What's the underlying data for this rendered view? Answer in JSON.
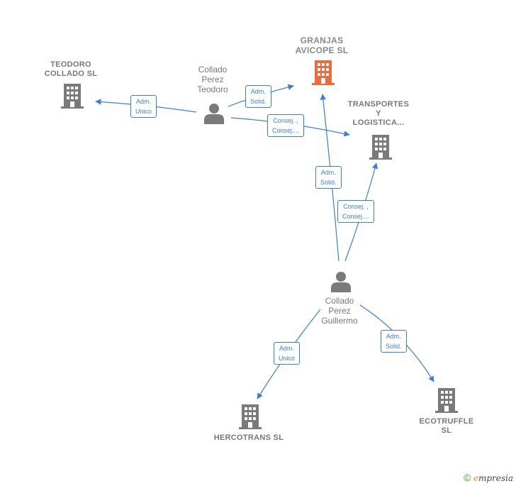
{
  "colors": {
    "edge": "#3a7fd5",
    "building_main": "#ee6a3a",
    "building": "#7a7a7a",
    "person": "#7a7a7a"
  },
  "nodes": {
    "granjas": {
      "line1": "GRANJAS",
      "line2": "AVICOPE  SL",
      "icon": "building-icon"
    },
    "teodoro_sl": {
      "line1": "TEODORO",
      "line2": "COLLADO SL",
      "icon": "building-icon"
    },
    "transportes": {
      "line1": "TRANSPORTES",
      "line2": "Y",
      "line3": "LOGISTICA...",
      "icon": "building-icon"
    },
    "hercotrans": {
      "line1": "HERCOTRANS SL",
      "icon": "building-icon"
    },
    "ecotruffle": {
      "line1": "ECOTRUFFLE",
      "line2": "SL",
      "icon": "building-icon"
    },
    "person_teodoro": {
      "line1": "Collado",
      "line2": "Perez",
      "line3": "Teodoro",
      "icon": "person-icon"
    },
    "person_guillermo": {
      "line1": "Collado",
      "line2": "Perez",
      "line3": "Guillermo",
      "icon": "person-icon"
    }
  },
  "edges": {
    "teodoro_to_teodorosl": {
      "line1": "Adm.",
      "line2": "Unico"
    },
    "teodoro_to_granjas": {
      "line1": "Adm.",
      "line2": "Solid."
    },
    "teodoro_to_transportes": {
      "line1": "Consej. ,",
      "line2": "Consej...."
    },
    "guillermo_to_granjas": {
      "line1": "Adm.",
      "line2": "Solid."
    },
    "guillermo_to_transportes": {
      "line1": "Consej. ,",
      "line2": "Consej...."
    },
    "guillermo_to_hercotrans": {
      "line1": "Adm.",
      "line2": "Unico"
    },
    "guillermo_to_ecotruffle": {
      "line1": "Adm.",
      "line2": "Solid."
    }
  },
  "footer": {
    "copyright": "©",
    "brand_first": "e",
    "brand_rest": "mpresia"
  }
}
